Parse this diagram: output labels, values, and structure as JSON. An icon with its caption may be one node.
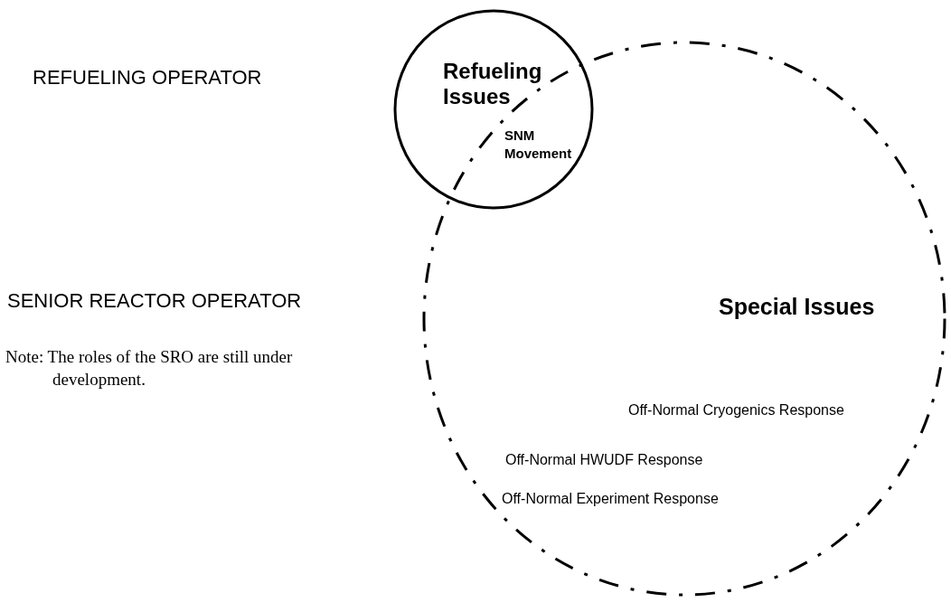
{
  "diagram": {
    "nodes": [
      {
        "text": [
          "Refueling Issues"
        ]
      },
      {
        "text": [
          "Special Issues",
          "Off-Normal Cryogenics Response",
          "Off-Normal HWUDF Response",
          "Off-Normal Experiment Response"
        ]
      }
    ],
    "labels": [
      "REFUELING OPERATOR",
      "SENIOR REACTOR OPERATOR",
      "Note: The roles of the SRO are still under development.",
      "SNM Movement"
    ]
  }
}
